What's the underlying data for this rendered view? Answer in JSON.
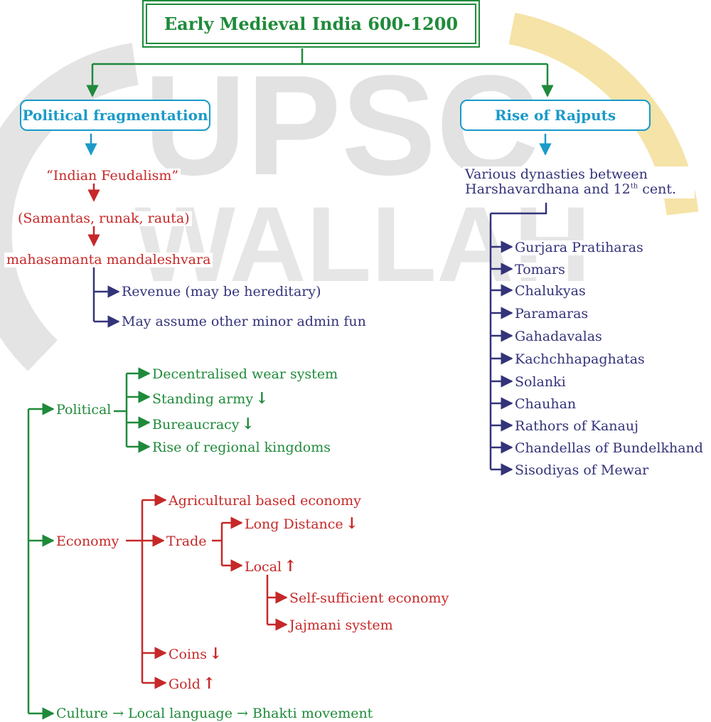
{
  "watermark": {
    "line1": "UPSC",
    "line2": "WALLAH",
    "color": "#dcdcdc",
    "accent_color": "#f5d98a"
  },
  "colors": {
    "green": "#1f8a3a",
    "blue": "#1a9ac9",
    "red": "#c62828",
    "navy": "#33337a"
  },
  "title": "Early Medieval India 600-1200",
  "left_branch": {
    "heading": "Political fragmentation",
    "feudalism": "“Indian Feudalism”",
    "samantas": "(Samantas, runak, rauta)",
    "mahasamanta": "mahasamanta mandaleshvara",
    "revenue": "Revenue (may be hereditary)",
    "admin": "May assume other minor admin fun"
  },
  "right_branch": {
    "heading": "Rise of Rajputs",
    "dynasty_line1": "Various dynasties between",
    "dynasty_line2_pre": "Harshavardhana and 12",
    "dynasty_line2_sup": "th",
    "dynasty_line2_post": " cent.",
    "dynasties": [
      "Gurjara Pratiharas",
      "Tomars",
      "Chalukyas",
      "Paramaras",
      "Gahadavalas",
      "Kachchhapaghatas",
      "Solanki",
      "Chauhan",
      "Rathors of Kanauj",
      "Chandellas of Bundelkhand",
      "Sisodiyas of Mewar"
    ]
  },
  "political": {
    "label": "Political",
    "items": [
      {
        "text": "Decentralised wear system",
        "trend": ""
      },
      {
        "text": "Standing army",
        "trend": "↓"
      },
      {
        "text": "Bureaucracy",
        "trend": "↓"
      },
      {
        "text": "Rise of regional kingdoms",
        "trend": ""
      }
    ]
  },
  "economy": {
    "label": "Economy",
    "agri": "Agricultural based economy",
    "trade": "Trade",
    "long_distance": "Long Distance",
    "long_distance_trend": "↓",
    "local": "Local",
    "local_trend": "↑",
    "self_sufficient": "Self-sufficient economy",
    "jajmani": "Jajmani system",
    "coins": "Coins",
    "coins_trend": "↓",
    "gold": "Gold",
    "gold_trend": "↑"
  },
  "culture": {
    "text": "Culture → Local language → Bhakti movement"
  }
}
